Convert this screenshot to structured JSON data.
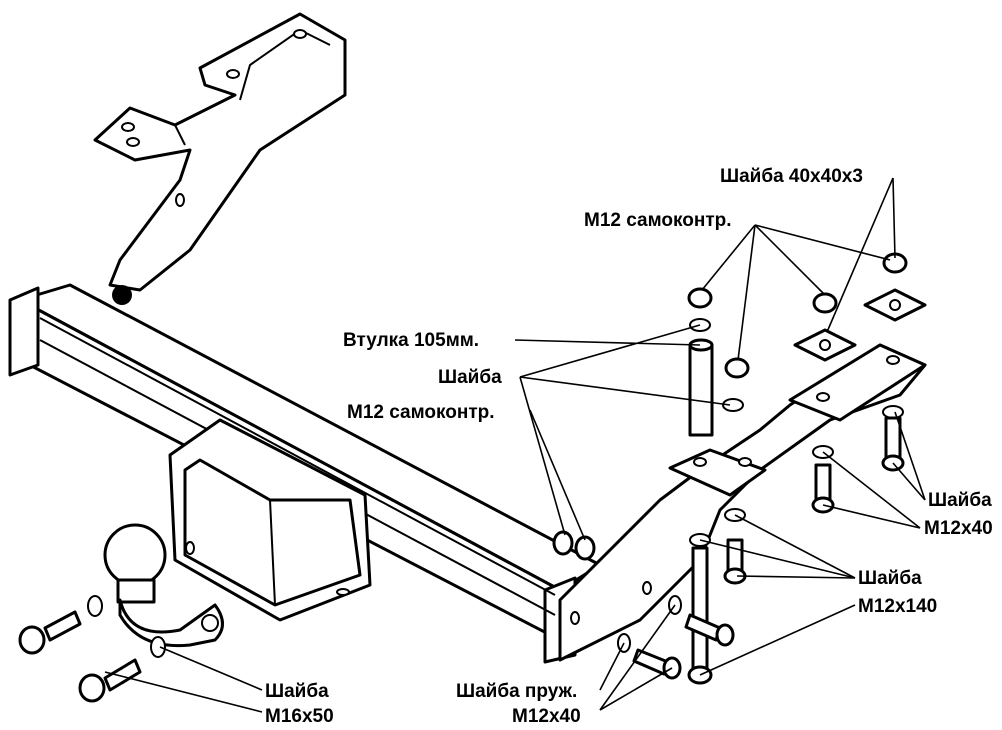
{
  "labels": {
    "washer_40x40x3": "Шайба 40х40х3",
    "m12_selflock_top": "М12 самоконтр.",
    "bushing_105": "Втулка 105мм.",
    "washer_mid": "Шайба",
    "m12_selflock_mid": "М12 самоконтр.",
    "washer_right_1": "Шайба",
    "m12x40_right": "М12х40",
    "washer_right_2": "Шайба",
    "m12x140": "М12х140",
    "spring_washer": "Шайба пруж.",
    "m12x40_bottom": "М12х40",
    "washer_ball": "Шайба",
    "m16x50": "М16х50"
  }
}
